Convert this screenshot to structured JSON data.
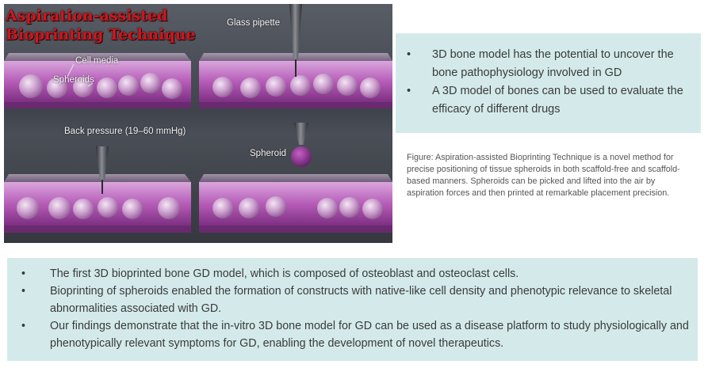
{
  "figure": {
    "title_line1": "Aspiration-assisted",
    "title_line2": "Bioprinting Technique",
    "labels": {
      "glass_pipette": "Glass pipette",
      "cell_media": "Cell media",
      "spheroids": "Spheroids",
      "back_pressure": "Back pressure (19–60 mmHg)",
      "spheroid": "Spheroid"
    }
  },
  "top_bullets": [
    "3D bone model has the potential to uncover the bone pathophysiology involved in GD",
    "A 3D model of bones can be used to evaluate the efficacy of different drugs"
  ],
  "caption": "Figure: Aspiration-assisted Bioprinting Technique is a novel method for precise positioning of tissue spheroids in both scaffold-free and scaffold-based manners. Spheroids can be picked and lifted into the air by aspiration forces and then printed at remarkable placement precision.",
  "bottom_bullets": [
    "The first 3D bioprinted bone GD model, which is composed of osteoblast and osteoclast cells.",
    "Bioprinting of spheroids enabled the formation of constructs with native-like cell density and phenotypic relevance to skeletal abnormalities associated with GD.",
    "Our findings demonstrate that the in-vitro 3D bone model for GD can be used as a disease platform to study physiologically and phenotypically relevant symptoms for GD, enabling the development of novel therapeutics."
  ],
  "bullet_glyph": "•",
  "colors": {
    "box_background": "#d4eaea",
    "title_red": "#d4141b",
    "trough_magenta": "#b45ab4"
  }
}
